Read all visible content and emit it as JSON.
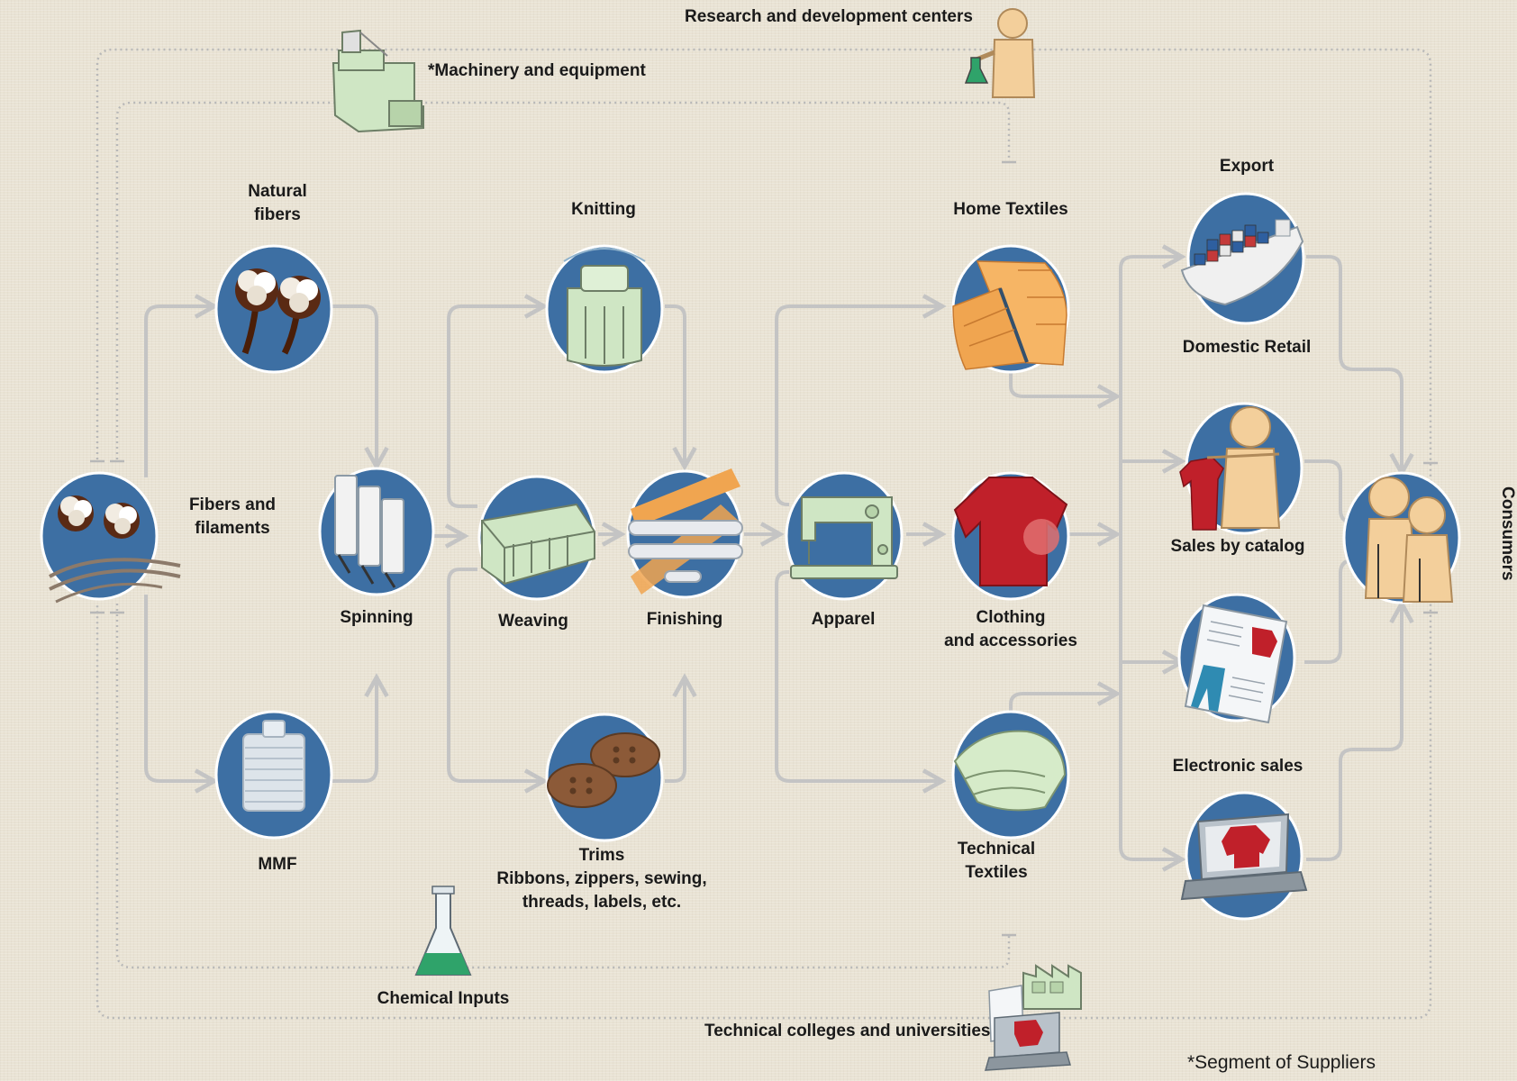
{
  "diagram": {
    "top": {
      "rd_centers": "Research and development centers",
      "machinery": "*Machinery and equipment"
    },
    "raw_materials": {
      "fibers_filaments": [
        "Fibers and",
        "filaments"
      ],
      "natural_fibers": [
        "Natural",
        "fibers"
      ],
      "mmf": "MMF"
    },
    "processing": {
      "spinning": "Spinning",
      "knitting": "Knitting",
      "weaving": "Weaving",
      "finishing": "Finishing",
      "trims": [
        "Trims",
        "Ribbons, zippers, sewing,",
        "threads, labels, etc."
      ]
    },
    "products": {
      "apparel": "Apparel",
      "home_textiles": "Home Textiles",
      "clothing": [
        "Clothing",
        "and accessories"
      ],
      "technical_textiles": [
        "Technical",
        "Textiles"
      ]
    },
    "channels": {
      "export": "Export",
      "domestic_retail": "Domestic Retail",
      "sales_by_catalog": "Sales by catalog",
      "electronic_sales": "Electronic sales"
    },
    "consumers": "Consumers",
    "bottom": {
      "chemical_inputs": "Chemical Inputs",
      "colleges": "Technical colleges and universities",
      "footnote": "*Segment of Suppliers"
    },
    "colors": {
      "node_fill": "#3d6fa3",
      "node_stroke": "#ffffff",
      "arrow": "#c4c4c4",
      "dotted": "#b8b8b8",
      "machine_green": "#cfe6c4",
      "person_skin": "#f3cf9b",
      "cotton_brown": "#5a2a14",
      "shirt_red": "#c0202a",
      "wood_orange": "#f0a550"
    }
  }
}
